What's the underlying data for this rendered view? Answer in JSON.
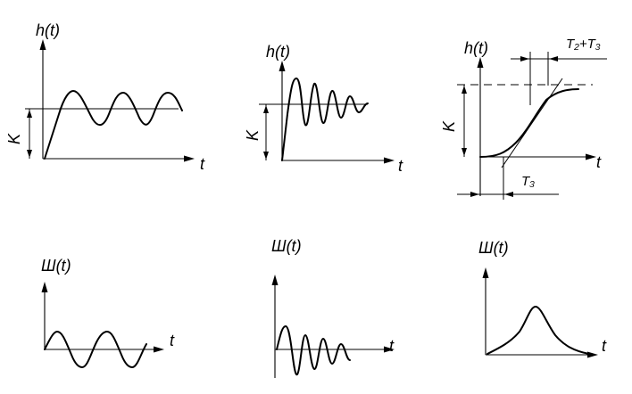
{
  "labels": {
    "h_of_t": "h(t)",
    "time": "t",
    "gain": "K",
    "delay_sum": "T₂+T₃",
    "delay": "T₃",
    "w_of_t": "Ш(t)"
  },
  "panels": [
    {
      "id": "undamped-step",
      "kind": "step",
      "response": "undamped-oscillation"
    },
    {
      "id": "damped-step",
      "kind": "step",
      "response": "damped-oscillation"
    },
    {
      "id": "aperiodic-step",
      "kind": "step",
      "response": "s-curve"
    },
    {
      "id": "undamped-impulse",
      "kind": "impulse",
      "response": "sine"
    },
    {
      "id": "damped-impulse",
      "kind": "impulse",
      "response": "decaying-sine"
    },
    {
      "id": "aperiodic-impulse",
      "kind": "impulse",
      "response": "bell"
    }
  ]
}
